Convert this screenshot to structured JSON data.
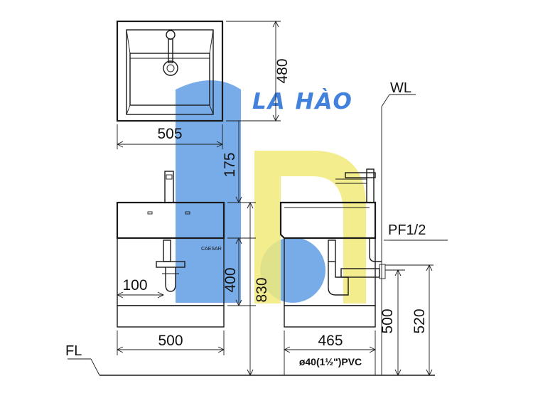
{
  "dimensions": {
    "basin_width": "505",
    "basin_depth": "480",
    "wall_to_counter": "175",
    "cabinet_height": "400",
    "total_height": "830",
    "cabinet_width": "500",
    "drain_offset": "100",
    "side_depth": "465",
    "drain_height": "500",
    "supply_height": "520"
  },
  "labels": {
    "wall_line": "WL",
    "floor_line": "FL",
    "supply_fitting": "PF1/2",
    "drain_pipe": "ø40(1½\")PVC",
    "brand": "CAESAR"
  },
  "watermark": {
    "text": "LA HÀO",
    "colors": {
      "blue": "#4a90e2",
      "yellow": "#f2ea7a"
    }
  }
}
